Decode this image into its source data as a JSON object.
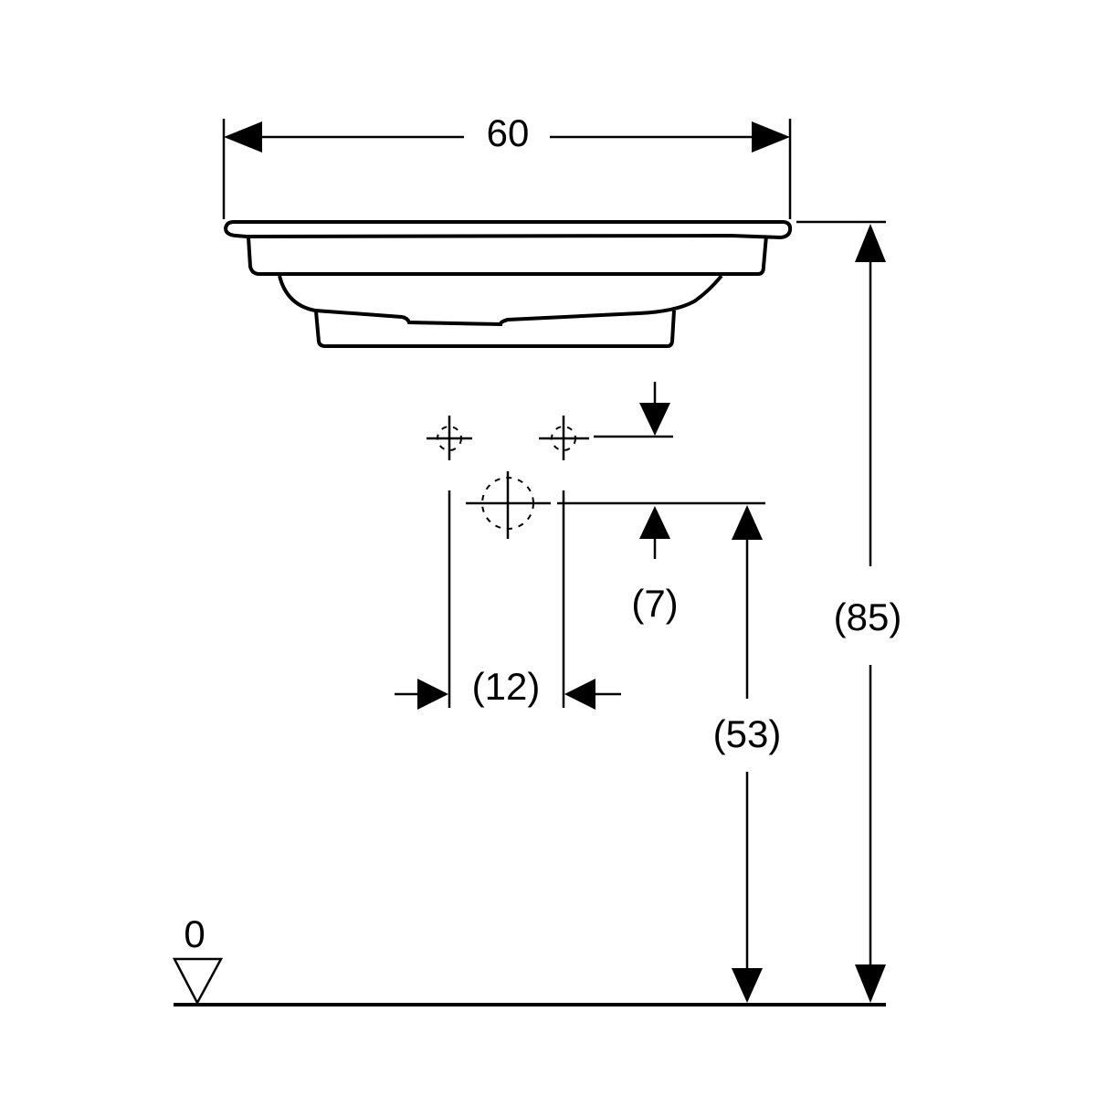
{
  "dimensions": {
    "width": "60",
    "total_height": "(85)",
    "drain_height": "(53)",
    "supply_offset": "(7)",
    "supply_spacing": "(12)",
    "floor_level": "0"
  }
}
